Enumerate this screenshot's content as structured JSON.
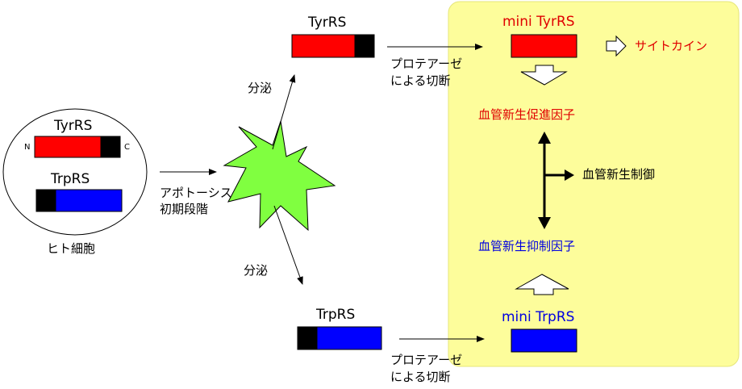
{
  "colors": {
    "highlight_bg": "#fdfd9b",
    "highlight_border": "#e6e67a",
    "tyr_red": "#ff0000",
    "trp_blue": "#0000ff",
    "black_domain": "#000000",
    "burst_green": "#80ff40",
    "label_red": "#e00000",
    "label_blue": "#0000e0"
  },
  "cell": {
    "tyr_label": "TyrRS",
    "n_label": "N",
    "c_label": "C",
    "trp_label": "TrpRS",
    "caption": "ヒト細胞"
  },
  "apoptosis": {
    "line1": "アポトーシス",
    "line2": "初期段階"
  },
  "secretion": {
    "top_label": "分泌",
    "bottom_label": "分泌"
  },
  "tyr_released": {
    "label": "TyrRS"
  },
  "trp_released": {
    "label": "TrpRS"
  },
  "protease_top": {
    "line1": "プロテアーゼ",
    "line2": "による切断"
  },
  "protease_bottom": {
    "line1": "プロテアーゼ",
    "line2": "による切断"
  },
  "mini_tyr": {
    "label": "mini TyrRS"
  },
  "cytokine": {
    "label": "サイトカイン"
  },
  "angio_promote": {
    "label": "血管新生促進因子"
  },
  "angio_control": {
    "label": "血管新生制御"
  },
  "angio_inhibit": {
    "label": "血管新生抑制因子"
  },
  "mini_trp": {
    "label": "mini TrpRS"
  }
}
